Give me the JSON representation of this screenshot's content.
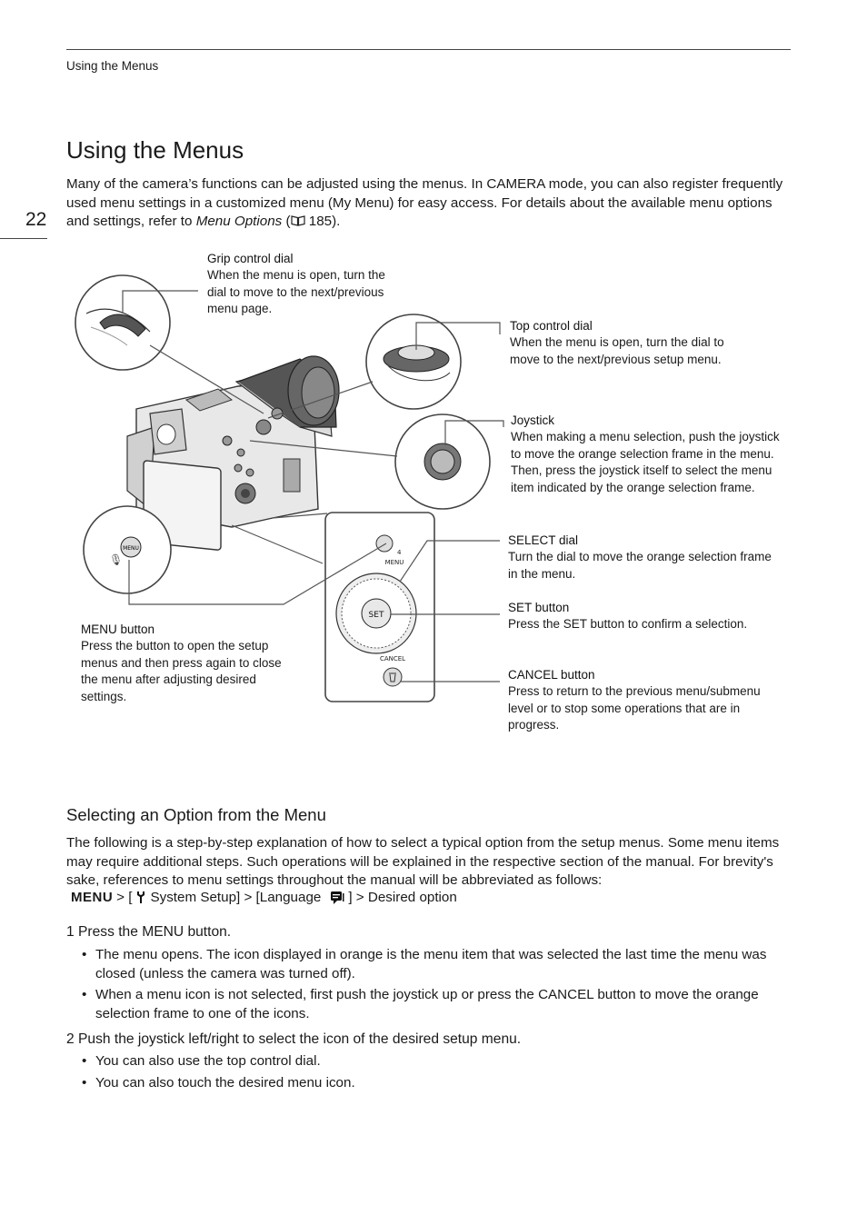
{
  "header": {
    "running_title": "Using the Menus"
  },
  "page_number": "22",
  "title": "Using the Menus",
  "intro": {
    "text": "Many of the camera’s functions can be adjusted using the menus. In CAMERA mode, you can also register frequently used menu settings in a customized menu (My Menu) for easy access. For details about the available menu options and settings, refer to ",
    "link_text": "Menu Options",
    "ref": " 185)."
  },
  "callouts": {
    "grip": {
      "title": "Grip control dial",
      "desc": "When the menu is open, turn the dial to move to the next/previous menu page."
    },
    "top": {
      "title": "Top control dial",
      "desc": "When the menu is open, turn the dial to move to the next/previous setup menu."
    },
    "joystick": {
      "title": "Joystick",
      "desc": "When making a menu selection, push the joystick to move the orange selection frame in the menu. Then, press the joystick itself to select the menu item indicated by the orange selection frame."
    },
    "select": {
      "title": "SELECT dial",
      "desc": "Turn the dial to move the orange selection frame in the menu."
    },
    "set": {
      "title": "SET button",
      "desc": "Press the SET button to confirm a selection."
    },
    "cancel": {
      "title": "CANCEL button",
      "desc": "Press to return to the previous menu/submenu level or to stop some operations that are in progress."
    },
    "menu": {
      "title": "MENU button",
      "desc": "Press the button to open the setup menus and then press again to close the menu after adjusting desired settings."
    }
  },
  "diagram_labels": {
    "menu": "MENU",
    "set": "SET",
    "cancel": "CANCEL",
    "four": "4"
  },
  "section": {
    "title": "Selecting an Option from the Menu",
    "body": "The following is a step-by-step explanation of how to select a typical option from the setup menus. Some menu items may require additional steps. Such operations will be explained in the respective section of the manual. For brevity's sake, references to menu settings throughout the manual will be abbreviated as follows:",
    "path": {
      "menu": "MENU",
      "p1": "> [",
      "p2": "System Setup] > [Language",
      "p3": "] > Desired option"
    }
  },
  "steps": [
    {
      "label": "1 Press the MENU button.",
      "bullets": [
        "The menu opens. The icon displayed in orange is the menu item that was selected the last time the menu was closed (unless the camera was turned off).",
        "When a menu icon is not selected, first push the joystick up or press the CANCEL button to move the orange selection frame to one of the icons."
      ]
    },
    {
      "label": "2 Push the joystick left/right to select the icon of the desired setup menu.",
      "bullets": [
        "You can also use the top control dial.",
        "You can also touch the desired menu icon."
      ]
    }
  ]
}
